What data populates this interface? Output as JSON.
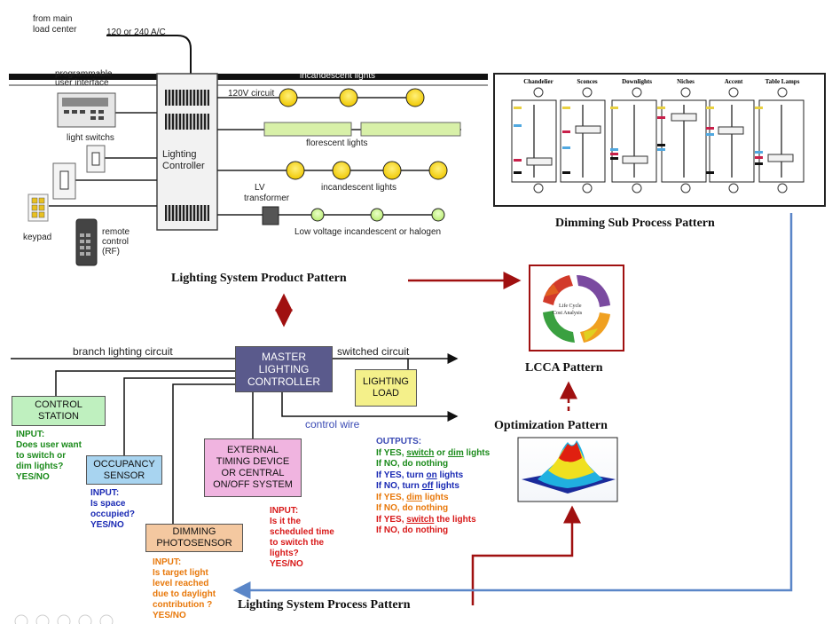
{
  "top_diagram": {
    "from_main": "from main",
    "load_center": "load center",
    "voltage": "120 or 240 A/C",
    "programmable": "programmable",
    "user_interface": "user interface",
    "light_switches": "light switchs",
    "keypad": "keypad",
    "remote": "remote",
    "control": "control",
    "rf": "(RF)",
    "lighting": "Lighting",
    "controller": "Controller",
    "circuit_120v": "120V circuit",
    "florescent": "florescent lights",
    "incandescent": "incandescent lights",
    "incandescent_top": "incandescent lights",
    "lv": "LV",
    "transformer": "transformer",
    "low_voltage": "Low voltage incandescent or halogen"
  },
  "dimming_panel": {
    "channels": [
      "Chandelier",
      "Sconces",
      "Downlights",
      "Niches",
      "Accent",
      "Table Lamps"
    ],
    "caption": "Dimming Sub Process Pattern"
  },
  "patterns": {
    "product": "Lighting System Product Pattern",
    "lcca": "LCCA Pattern",
    "optimization": "Optimization Pattern",
    "process": "Lighting System Process Pattern",
    "lcca_center_1": "Life Cycle",
    "lcca_center_2": "Cost Analysis"
  },
  "bottom_diagram": {
    "branch": "branch lighting circuit",
    "switched": "switched circuit",
    "control_wire": "control wire",
    "master_1": "MASTER",
    "master_2": "LIGHTING",
    "master_3": "CONTROLLER",
    "load_1": "LIGHTING",
    "load_2": "LOAD",
    "control_station_1": "CONTROL",
    "control_station_2": "STATION",
    "occupancy_1": "OCCUPANCY",
    "occupancy_2": "SENSOR",
    "external_1": "EXTERNAL",
    "external_2": "TIMING DEVICE",
    "external_3": "OR CENTRAL",
    "external_4": "ON/OFF SYSTEM",
    "dimming_1": "DIMMING",
    "dimming_2": "PHOTOSENSOR",
    "input_station": [
      "INPUT:",
      "Does user want",
      "to switch or",
      "dim lights?",
      "YES/NO"
    ],
    "input_occupancy": [
      "INPUT:",
      "Is space",
      "occupied?",
      "YES/NO"
    ],
    "input_external": [
      "INPUT:",
      "Is it the",
      "scheduled time",
      "to switch the",
      "lights?",
      "YES/NO"
    ],
    "input_dimming": [
      "INPUT:",
      "Is target light",
      "level reached",
      "due to daylight",
      "contribution ?",
      "YES/NO"
    ],
    "outputs_title": "OUTPUTS:",
    "out1_a": "If YES, ",
    "out1_b": "switch",
    "out1_c": " or ",
    "out1_d": "dim",
    "out1_e": " lights",
    "out2": "If NO, do nothing",
    "out3_a": "If YES, turn ",
    "out3_b": "on",
    "out3_c": " lights",
    "out4_a": "If NO, turn ",
    "out4_b": "off",
    "out4_c": " lights",
    "out5_a": "If YES, ",
    "out5_b": "dim",
    "out5_c": " lights",
    "out6": "If NO, do nothing",
    "out7_a": "If YES, ",
    "out7_b": "switch",
    "out7_c": " the lights",
    "out8": "If NO, do nothing"
  },
  "colors": {
    "master_box": "#5a5a8c",
    "load_box": "#f4f08a",
    "station_box": "#bff0bf",
    "occupancy_box": "#a8d4f0",
    "external_box": "#f0b4e0",
    "dimming_box": "#f4c8a0",
    "green_text": "#1a8a1a",
    "blue_text": "#1a2ab4",
    "red_text": "#d81818",
    "orange_text": "#e8780a",
    "dark_red_arrow": "#a01010",
    "blue_line": "#5a86c8"
  }
}
